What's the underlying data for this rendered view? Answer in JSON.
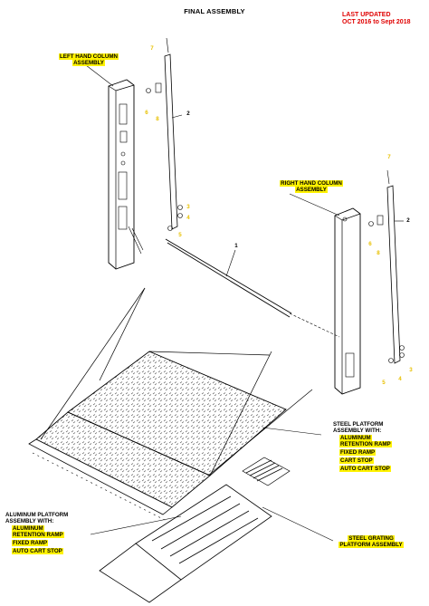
{
  "title": "FINAL ASSEMBLY",
  "last_updated": {
    "line1": "LAST UPDATED",
    "line2": "OCT 2016 to Sept 2018",
    "color": "#e00000"
  },
  "callouts": {
    "left_column": {
      "line1": "LEFT HAND COLUMN",
      "line2": "ASSEMBLY"
    },
    "right_column": {
      "line1": "RIGHT HAND COLUMN",
      "line2": "ASSEMBLY"
    },
    "steel_platform": {
      "line1": "STEEL PLATFORM",
      "line2": "ASSEMBLY WITH:",
      "options": [
        "ALUMINUM",
        "RETENTION RAMP",
        "FIXED RAMP",
        "CART STOP",
        "AUTO CART STOP"
      ]
    },
    "aluminum_platform": {
      "line1": "ALUMINUM PLATFORM",
      "line2": "ASSEMBLY WITH:",
      "options": [
        "ALUMINUM",
        "RETENTION RAMP",
        "FIXED RAMP",
        "AUTO CART STOP"
      ]
    },
    "steel_grating": {
      "line1": "STEEL GRATING",
      "line2": "PLATFORM ASSEMBLY"
    }
  },
  "part_numbers": {
    "left_7": "7",
    "left_6": "6",
    "left_8": "8",
    "left_2": "2",
    "left_3": "3",
    "left_4": "4",
    "left_5": "5",
    "bar_1": "1",
    "right_7": "7",
    "right_2": "2",
    "right_6": "6",
    "right_8": "8",
    "right_3": "3",
    "right_4": "4",
    "right_5": "5"
  },
  "colors": {
    "highlight": "#fff200",
    "leader": "#000000",
    "number_yellow": "#e8c000"
  }
}
